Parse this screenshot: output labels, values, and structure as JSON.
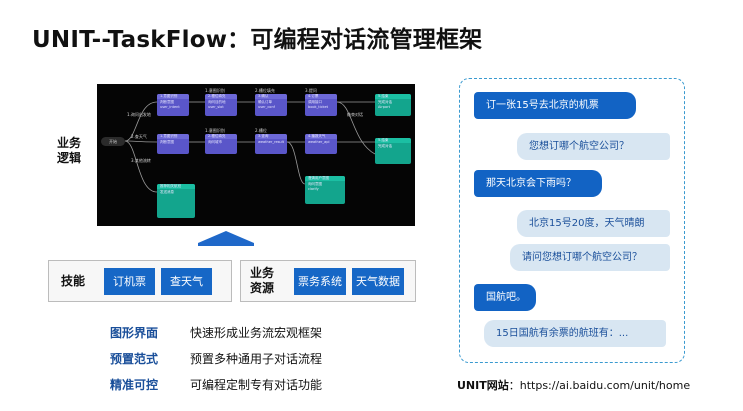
{
  "title": "UNIT--TaskFlow：可编程对话流管理框架",
  "flow": {
    "row_label": [
      "业务",
      "逻辑"
    ],
    "start_label": "开始",
    "edge_labels": [
      "1.询问出发地",
      "2.查天气",
      "3.其他流转",
      "1.意图识别",
      "2.槽位填充",
      "3.提问",
      "1.意图识别",
      "2.槽位",
      "结束对话"
    ],
    "nodes": [
      {
        "title": "1.意图识别",
        "lines": [
          "判断意图",
          "user_intent"
        ]
      },
      {
        "title": "2.槽位填充",
        "lines": [
          "询问目的地",
          "user_slot"
        ]
      },
      {
        "title": "3.确认",
        "lines": [
          "确认订单",
          "user_conf"
        ]
      },
      {
        "title": "4.订票",
        "lines": [
          "调用接口",
          "book_ticket"
        ]
      },
      {
        "title": "5.结束",
        "lines": [
          "完成对话",
          "Airport"
        ]
      },
      {
        "title": "1.意图识别",
        "lines": [
          "判断意图"
        ]
      },
      {
        "title": "2.槽位填充",
        "lines": [
          "询问城市"
        ]
      },
      {
        "title": "3.查询",
        "lines": [
          "weather_result"
        ]
      },
      {
        "title": "4.播报天气",
        "lines": [
          "weather_api"
        ]
      },
      {
        "title": "5.结束",
        "lines": [
          "完成对话"
        ]
      },
      {
        "title": "推荐相关航班",
        "lines": [
          "发送消息"
        ]
      },
      {
        "title": "澄清用户意图",
        "lines": [
          "询问意图",
          "clarify"
        ]
      }
    ]
  },
  "skills": {
    "label": "技能",
    "chips": [
      "订机票",
      "查天气"
    ]
  },
  "resources": {
    "label": [
      "业务",
      "资源"
    ],
    "chips": [
      "票务系统",
      "天气数据"
    ]
  },
  "features": [
    {
      "key": "图形界面",
      "value": "快速形成业务流宏观框架"
    },
    {
      "key": "预置范式",
      "value": "预置多种通用子对话流程"
    },
    {
      "key": "精准可控",
      "value": "可编程定制专有对话功能"
    }
  ],
  "chat": [
    {
      "role": "user",
      "text": "订一张15号去北京的机票"
    },
    {
      "role": "bot",
      "text": "您想订哪个航空公司？"
    },
    {
      "role": "user",
      "text": "那天北京会下雨吗？"
    },
    {
      "role": "bot",
      "text": "北京15号20度，天气晴朗"
    },
    {
      "role": "bot",
      "text": "请问您想订哪个航空公司？"
    },
    {
      "role": "user",
      "text": "国航吧。"
    },
    {
      "role": "bot",
      "text": "15日国航有余票的航班有：..."
    }
  ],
  "footer": {
    "label": "UNIT网站",
    "url": "：https://ai.baidu.com/unit/home"
  },
  "colors": {
    "accent": "#1667c6",
    "bubble_user": "#1263c4",
    "bubble_bot": "#d8e6f2",
    "node_purple": "#5a56c9",
    "node_teal": "#13a58d"
  }
}
